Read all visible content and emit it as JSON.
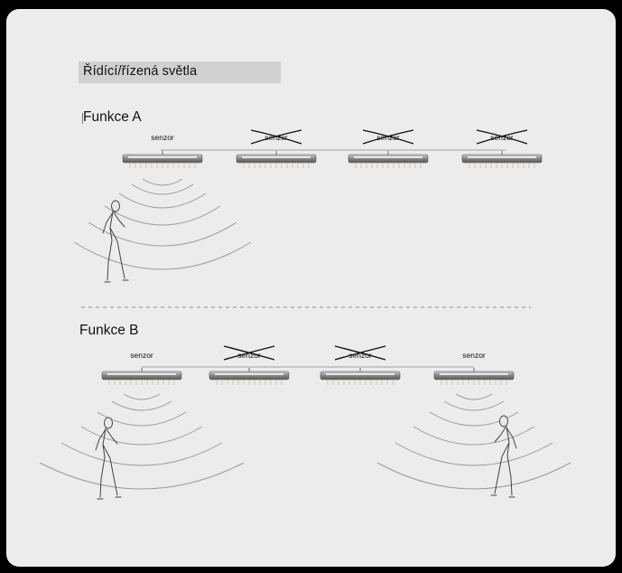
{
  "header": {
    "title": "Řídící/řízená světla"
  },
  "function_a": {
    "title": "Funkce A",
    "sensors": [
      {
        "label": "senzor",
        "active": true
      },
      {
        "label": "senzor",
        "active": false
      },
      {
        "label": "senzor",
        "active": false
      },
      {
        "label": "senzor",
        "active": false
      }
    ]
  },
  "function_b": {
    "title": "Funkce B",
    "sensors": [
      {
        "label": "senzor",
        "active": true
      },
      {
        "label": "senzor",
        "active": false
      },
      {
        "label": "senzor",
        "active": false
      },
      {
        "label": "senzor",
        "active": true
      }
    ]
  }
}
